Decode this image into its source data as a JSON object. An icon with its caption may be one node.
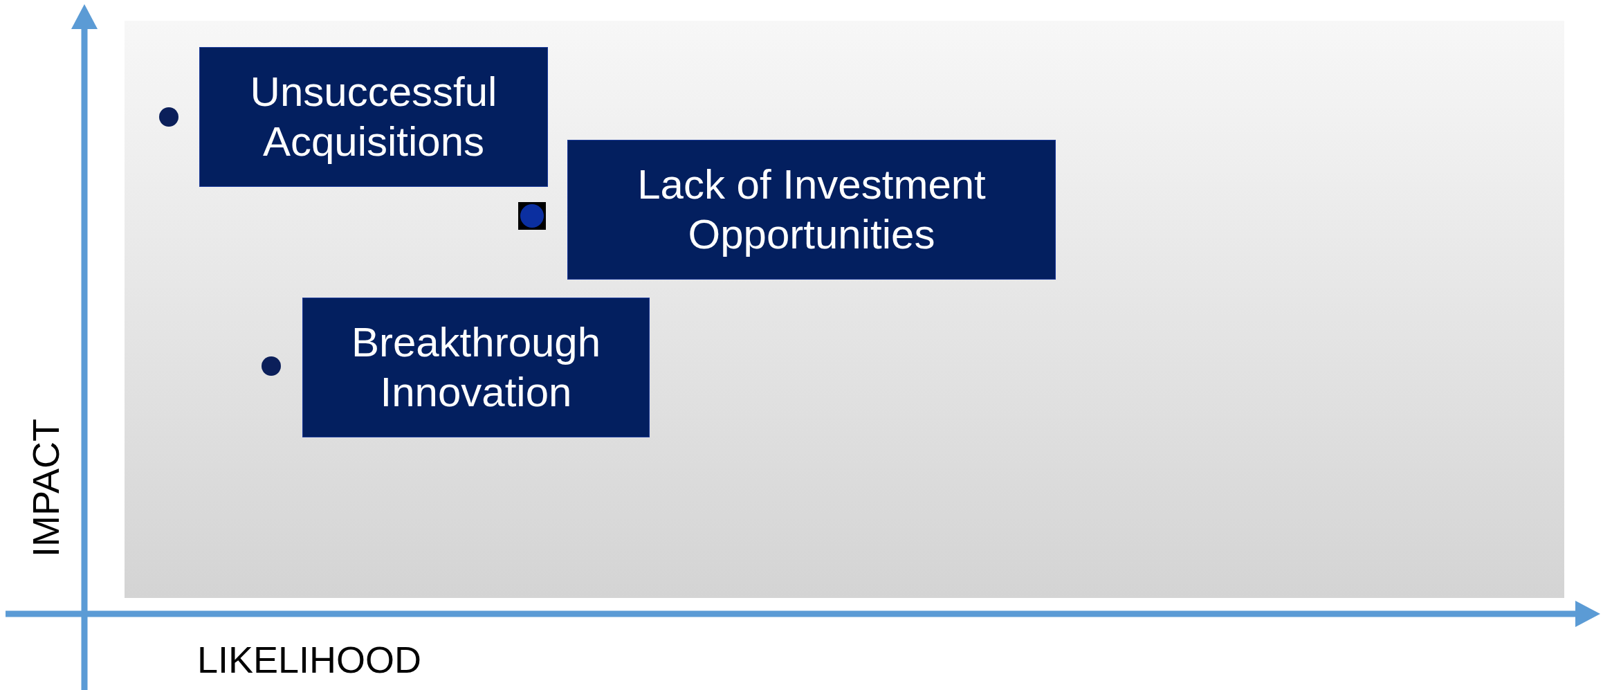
{
  "diagram": {
    "nodes": [
      {
        "text": [
          "Unsuccessful Acquisitions"
        ]
      },
      {
        "text": [
          "Lack of Investment Opportunities"
        ]
      },
      {
        "text": [
          "Breakthrough Innovation"
        ]
      }
    ],
    "labels": [
      "IMPACT",
      "LIKELIHOOD"
    ]
  }
}
